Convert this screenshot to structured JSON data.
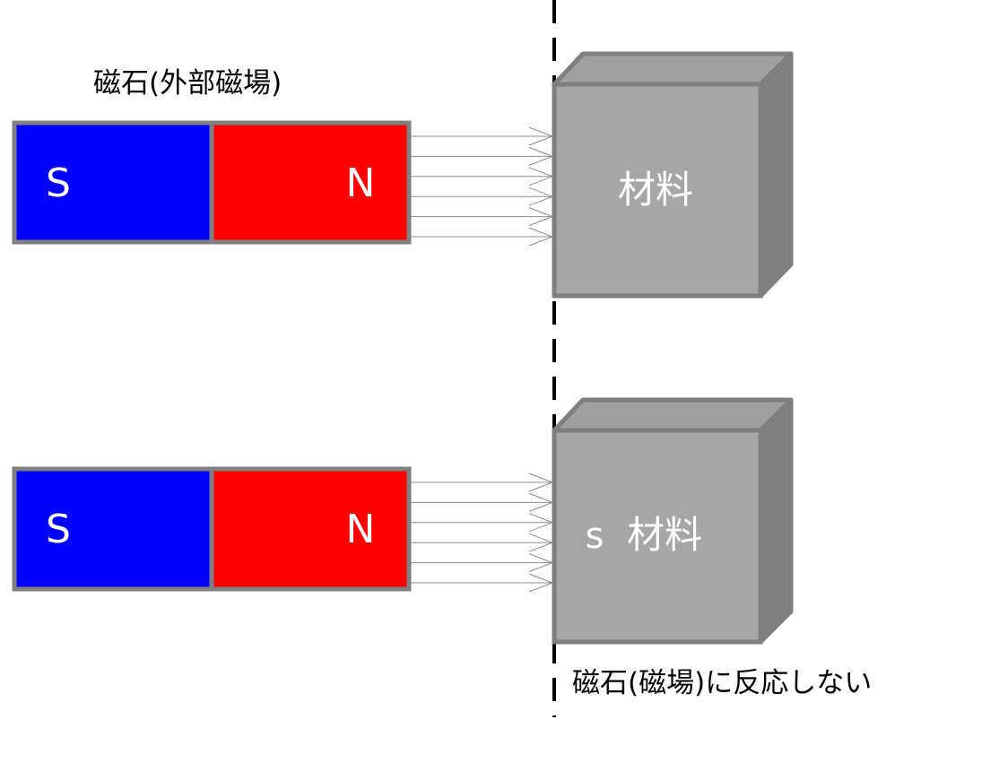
{
  "labels": {
    "magnet_caption": "磁石(外部磁場)",
    "bottom_caption": "磁石(磁場)に反応しない",
    "pole_s": "S",
    "pole_n": "N",
    "material_top": "材料",
    "material_bottom_prefix": "s",
    "material_bottom": "材料"
  },
  "colors": {
    "s_pole": "#0000ff",
    "n_pole": "#ff0000",
    "magnet_border": "#808080",
    "cube_front": "#a6a6a6",
    "cube_top": "#a0a0a0",
    "cube_side": "#808080",
    "cube_edge": "#7f7f7f",
    "field_lines": "#8c8c8c",
    "divider": "#000000"
  },
  "icons": {
    "field_arrow": "open-arrowhead",
    "divider": "dashed-vertical-line"
  }
}
